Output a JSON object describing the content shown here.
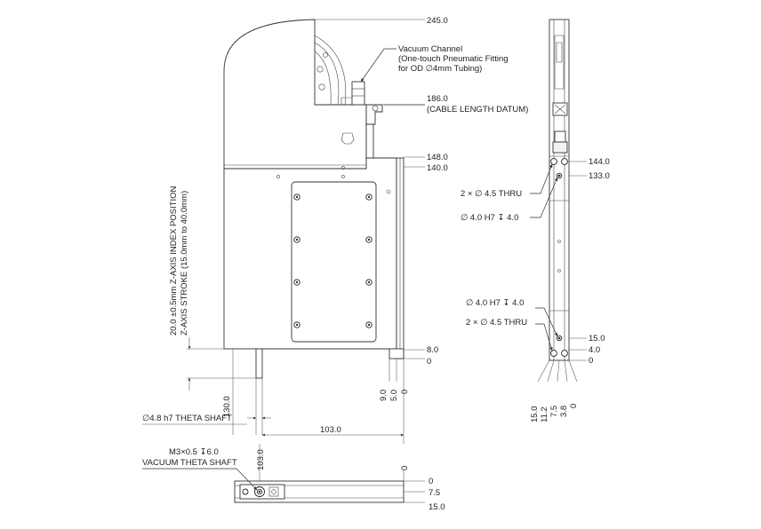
{
  "callouts": {
    "vacuum_channel": [
      "Vacuum Channel",
      "(One-touch Pneumatic Fitting",
      "for OD   ∅4mm Tubing)"
    ],
    "cable_datum": [
      "186.0",
      "(CABLE LENGTH DATUM)"
    ],
    "z_axis": [
      "20.0 ±0.5mm Z-AXIS INDEX POSITION",
      "Z-AXIS STROKE (15.0mm to 40.0mm)"
    ],
    "theta_shaft": "∅4.8 h7 THETA SHAFT",
    "m3_thread": "M3×0.5 ↧6.0",
    "vacuum_theta_shaft": "VACUUM THETA SHAFT",
    "thru_holes_top": "2 × ∅ 4.5 THRU",
    "pin_hole_top": "∅ 4.0 H7  ↧ 4.0",
    "pin_hole_bottom": "∅ 4.0 H7  ↧ 4.0",
    "thru_holes_bottom": "2 × ∅ 4.5 THRU"
  },
  "front_view_dims": {
    "right": [
      "245.0",
      "148.0",
      "140.0",
      "8.0",
      "0"
    ],
    "bottom_vertical": [
      "9.0",
      "5.0",
      "0"
    ],
    "left_vertical": "130.0",
    "width": "103.0"
  },
  "side_view_dims": {
    "right": [
      "144.0",
      "133.0",
      "15.0",
      "4.0",
      "0"
    ],
    "bottom": [
      "15.0",
      "11.2",
      "7.5",
      "3.8",
      "0"
    ]
  },
  "bottom_view_dims": {
    "left_vertical": "103.0",
    "right_vertical": "0",
    "right": [
      "0",
      "7.5",
      "15.0"
    ]
  }
}
